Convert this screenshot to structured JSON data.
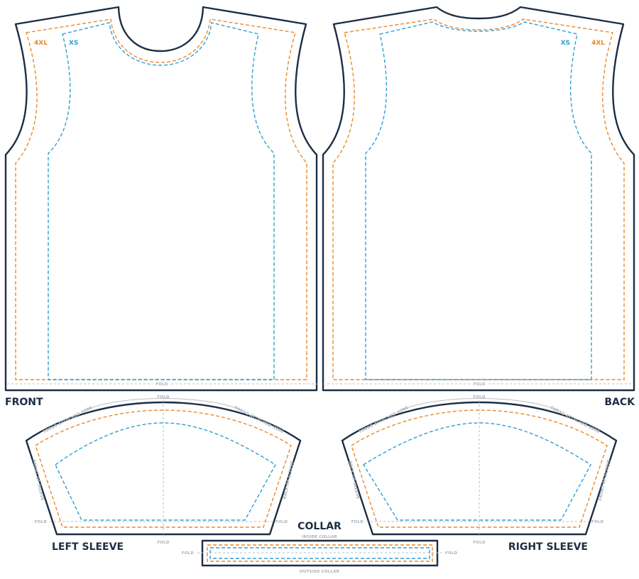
{
  "pieces": {
    "front": "FRONT",
    "back": "BACK",
    "left_sleeve": "LEFT SLEEVE",
    "right_sleeve": "RIGHT SLEEVE",
    "collar": "COLLAR"
  },
  "sizes": {
    "largest": "4XL",
    "smallest": "XS"
  },
  "labels": {
    "fold": "FOLD",
    "torso_attached": "TORSO ATTACHED HERE",
    "front_of_sleeve": "FRONT OF SLEEVE",
    "back_of_sleeve": "BACK OF SLEEVE",
    "inside_collar": "INSIDE COLLAR",
    "outside_collar": "OUTSIDE COLLAR"
  },
  "colors": {
    "outline": "#1c2e44",
    "size_4xl": "#e98a2c",
    "size_xs": "#2f9fd0",
    "guide": "#b9bec6"
  }
}
